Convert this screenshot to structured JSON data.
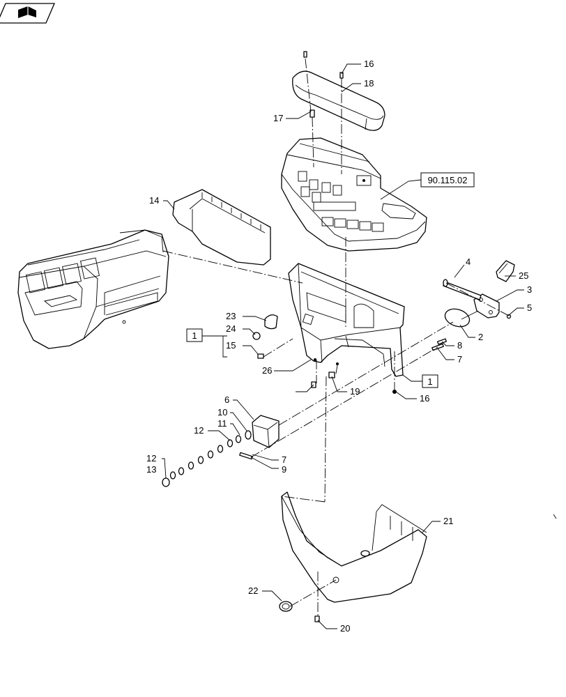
{
  "header": {
    "icon": "book-icon"
  },
  "reference": {
    "label": "90.115.02"
  },
  "callouts": {
    "c1a": "1",
    "c1b": "1",
    "c2": "2",
    "c3": "3",
    "c4": "4",
    "c5": "5",
    "c6": "6",
    "c7a": "7",
    "c7b": "7",
    "c8": "8",
    "c9": "9",
    "c10": "10",
    "c11": "11",
    "c12a": "12",
    "c12b": "12",
    "c13": "13",
    "c14": "14",
    "c15": "15",
    "c16a": "16",
    "c16b": "16",
    "c17": "17",
    "c18": "18",
    "c19": "19",
    "c20": "20",
    "c21": "21",
    "c22": "22",
    "c23": "23",
    "c24": "24",
    "c25": "25",
    "c26": "26"
  },
  "colors": {
    "line": "#000000",
    "background": "#ffffff"
  }
}
